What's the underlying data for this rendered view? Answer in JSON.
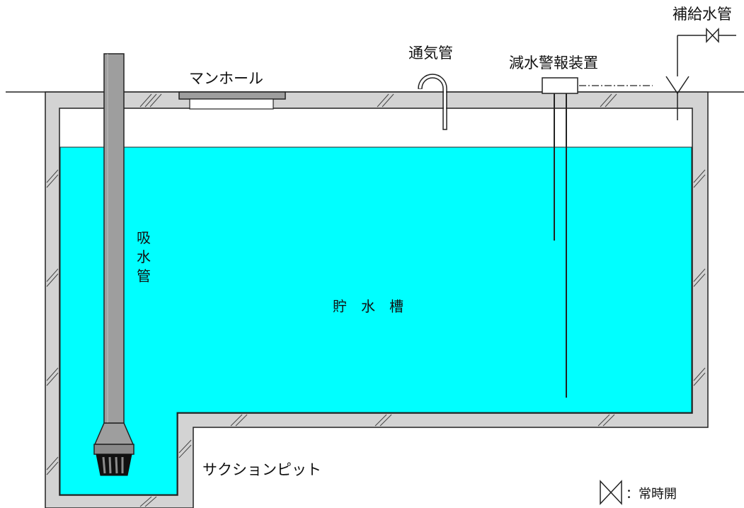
{
  "labels": {
    "manhole": "マンホール",
    "vent_pipe": "通気管",
    "low_water_alarm": "減水警報装置",
    "makeup_pipe": "補給水管",
    "suction_pipe": [
      "吸",
      "水",
      "管"
    ],
    "tank": "貯　水　槽",
    "suction_pit": "サクションピット"
  },
  "legend": {
    "normally_open": "：常時開"
  },
  "colors": {
    "water": "#00FFFF",
    "wall_fill": "#D3D3D3",
    "outline": "#222222",
    "pipe": "#9E9E9E",
    "air_gap": "#FFFFFF"
  }
}
